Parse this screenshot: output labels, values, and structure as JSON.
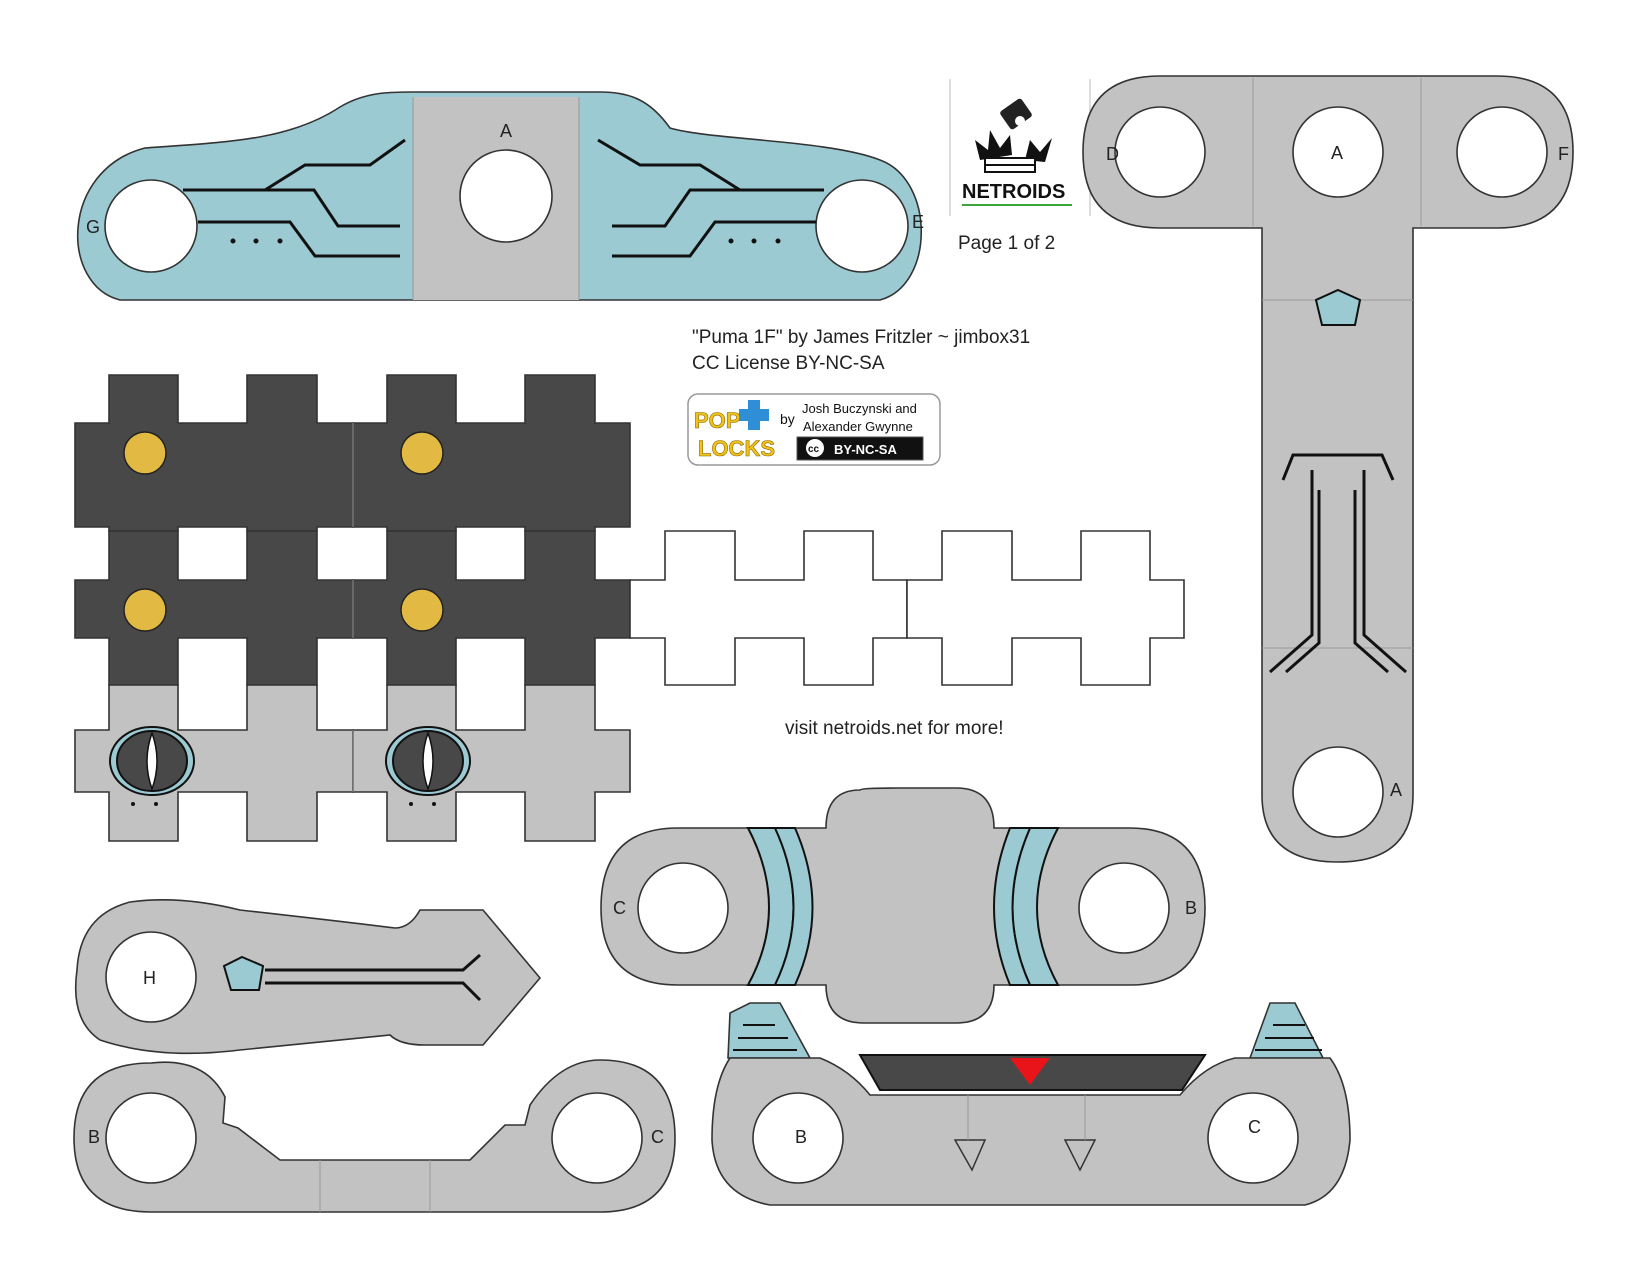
{
  "page": {
    "page_number_text": "Page 1 of 2",
    "credit_line": "\"Puma 1F\" by James Fritzler  ~  jimbox31",
    "license_line": "CC License BY-NC-SA",
    "visit_text": "visit netroids.net for more!"
  },
  "logos": {
    "netroids": {
      "wordmark": "NETROIDS",
      "icon": "netroids-logo-icon"
    },
    "poplocks": {
      "word_top": "POP",
      "word_bottom": "LOCKS",
      "by": "by",
      "authors_line1": "Josh Buczynski and",
      "authors_line2": "Alexander Gwynne",
      "cc_badge": "BY-NC-SA",
      "cc_symbol": "cc"
    }
  },
  "piece_labels": {
    "head_left": "G",
    "head_center": "A",
    "head_right": "E",
    "t_left": "D",
    "t_center": "A",
    "t_right": "F",
    "t_bottom": "A",
    "h_piece": "H",
    "link_left": "B",
    "link_right": "C",
    "barrel_left": "C",
    "barrel_right": "B",
    "jaw_left": "B",
    "jaw_right": "C"
  },
  "colors": {
    "light_blue": "#9bcad3",
    "gray": "#c2c2c2",
    "dark": "#484848",
    "gold": "#e1b943",
    "red": "#e8141a"
  }
}
